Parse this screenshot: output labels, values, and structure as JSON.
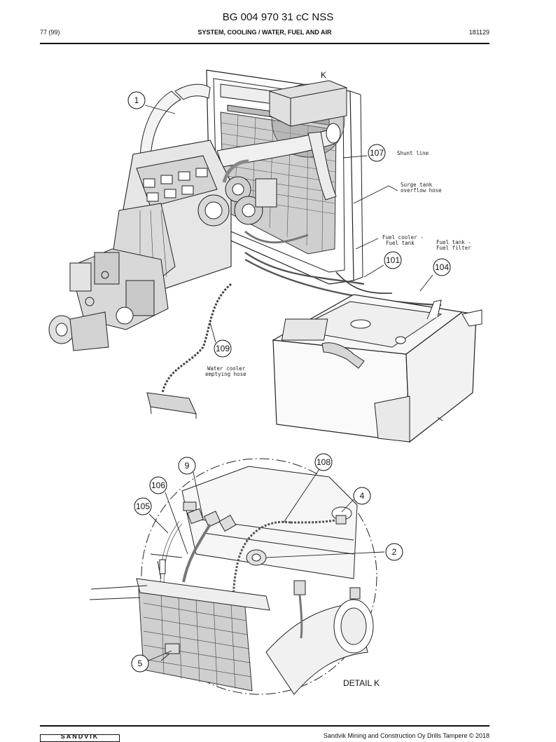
{
  "header": {
    "title": "BG 004 970 31 cC NSS",
    "page": "77 (99)",
    "section": "SYSTEM, COOLING / WATER, FUEL AND AIR",
    "code": "181129"
  },
  "callouts": {
    "c1": "1",
    "c107": "107",
    "c101": "101",
    "c104": "104",
    "c109": "109",
    "c9": "9",
    "c108": "108",
    "c106": "106",
    "c105": "105",
    "c4": "4",
    "c2": "2",
    "c5": "5"
  },
  "labels": {
    "detail_letter": "K",
    "shunt_line": "Shunt line",
    "surge_tank_1": "Surge tank",
    "surge_tank_2": "overflow hose",
    "fuel_cooler_1": "Fuel cooler -",
    "fuel_cooler_2": "Fuel tank",
    "fuel_tank_1": "Fuel tank -",
    "fuel_tank_2": "Fuel filter",
    "water_cooler_1": "Water cooler",
    "water_cooler_2": "emptying hose",
    "detail_caption": "DETAIL K"
  },
  "footer": {
    "logo": "SANDVIK",
    "copyright": "Sandvik Mining and Construction Oy Drills Tampere © 2018"
  }
}
